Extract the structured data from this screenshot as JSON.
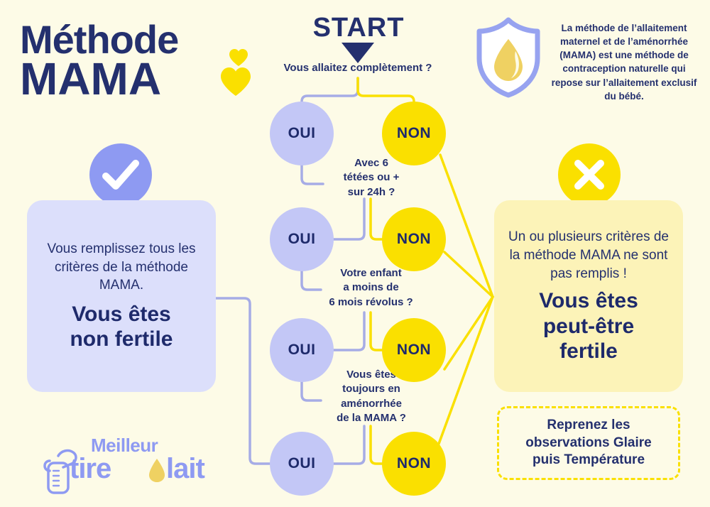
{
  "colors": {
    "background": "#FDFBE7",
    "navy": "#24306E",
    "yellow": "#FAE000",
    "lavender": "#C3C7F6",
    "panel_lavender": "#DCDFFB",
    "panel_yellow": "#FCF3B8",
    "badge_purple": "#8E9AF2",
    "logo_purple": "#8E9AF2",
    "drop_gold": "#EFD162"
  },
  "header": {
    "title_line1": "Méthode",
    "title_line2": "MAMA"
  },
  "flow": {
    "start_label": "START",
    "questions": [
      "Vous allaitez complètement ?",
      "Avec 6\ntétées ou +\nsur 24h ?",
      "Votre enfant\na moins de\n6 mois révolus ?",
      "Vous êtes\ntoujours en\naménorrhée\nde la MAMA ?"
    ],
    "yes_label": "OUI",
    "no_label": "NON",
    "nodes": [
      {
        "yes": "OUI",
        "no": "NON"
      },
      {
        "yes": "OUI",
        "no": "NON"
      },
      {
        "yes": "OUI",
        "no": "NON"
      },
      {
        "yes": "OUI",
        "no": "NON"
      }
    ]
  },
  "info": {
    "icon": "shield-drop-icon",
    "text": "La méthode de l’allaitement maternel et de l’aménorrhée (MAMA) est une méthode de contraception naturelle qui repose sur l’allaitement exclusif du bébé."
  },
  "result_positive": {
    "badge_icon": "check-icon",
    "text": "Vous remplissez tous les critères de la méthode MAMA.",
    "headline_line1": "Vous êtes",
    "headline_line2": "non fertile"
  },
  "result_negative": {
    "badge_icon": "cross-icon",
    "text": "Un ou plusieurs critères de la méthode MAMA ne sont pas remplis !",
    "headline_line1": "Vous êtes",
    "headline_line2": "peut-être",
    "headline_line3": "fertile"
  },
  "next_step": {
    "text_line1": "Reprenez les",
    "text_line2": "observations Glaire",
    "text_line3": "puis Température"
  },
  "logo": {
    "icon": "breast-pump-bottle-icon",
    "word_top": "Meilleur",
    "word_mid": "tire",
    "word_end": "lait",
    "drop_icon": "milk-drop-icon"
  }
}
